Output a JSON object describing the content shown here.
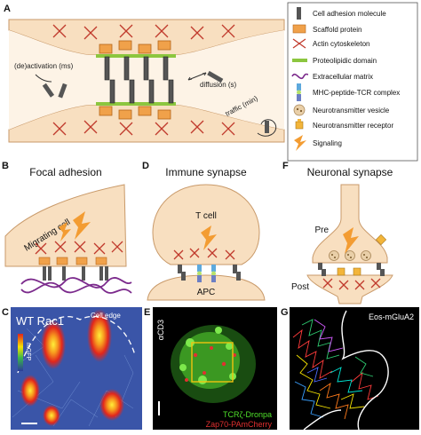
{
  "panel_letters": {
    "a": "A",
    "b": "B",
    "c": "C",
    "d": "D",
    "e": "E",
    "f": "F",
    "g": "G"
  },
  "panel_a": {
    "labels": {
      "deactivation": "(de)activation (ms)",
      "diffusion": "diffusion (s)",
      "traffic": "traffic (min)"
    }
  },
  "legend": {
    "items": [
      {
        "label": "Cell adhesion molecule",
        "icon": "cell-adhesion-molecule-icon"
      },
      {
        "label": "Scaffold protein",
        "icon": "scaffold-protein-icon"
      },
      {
        "label": "Actin cytoskeleton",
        "icon": "actin-cytoskeleton-icon"
      },
      {
        "label": "Proteolipidic domain",
        "icon": "proteolipidic-domain-icon"
      },
      {
        "label": "Extracellular matrix",
        "icon": "extracellular-matrix-icon"
      },
      {
        "label": "MHC-peptide-TCR complex",
        "icon": "mhc-tcr-complex-icon"
      },
      {
        "label": "Neurotransmitter vesicle",
        "icon": "neurotransmitter-vesicle-icon"
      },
      {
        "label": "Neurotransmitter receptor",
        "icon": "neurotransmitter-receptor-icon"
      },
      {
        "label": "Signaling",
        "icon": "signaling-bolt-icon"
      }
    ]
  },
  "panel_b": {
    "title": "Focal adhesion",
    "cell_label": "Migrating cell"
  },
  "panel_d": {
    "title": "Immune synapse",
    "tcell_label": "T cell",
    "apc_label": "APC"
  },
  "panel_f": {
    "title": "Neuronal synapse",
    "pre_label": "Pre",
    "post_label": "Post"
  },
  "panel_c": {
    "title": "WT Rac1",
    "edge_label": "Cell edge",
    "colorbar_label": "mGFP"
  },
  "panel_e": {
    "side_label": "αCD3",
    "channel_1": "TCRζ-Dronpa",
    "channel_2": "Zap70-PAmCherry"
  },
  "panel_g": {
    "label": "Eos-mGluA2"
  },
  "colors": {
    "cell_fill": "#f8dfc0",
    "cell_stroke": "#c99a6a",
    "scaffold": "#f0a14a",
    "actin": "#c0392b",
    "proteolipid": "#8cc63f",
    "ecm": "#7b2a8c",
    "molecule": "#555555",
    "signal": "#f39c32"
  }
}
